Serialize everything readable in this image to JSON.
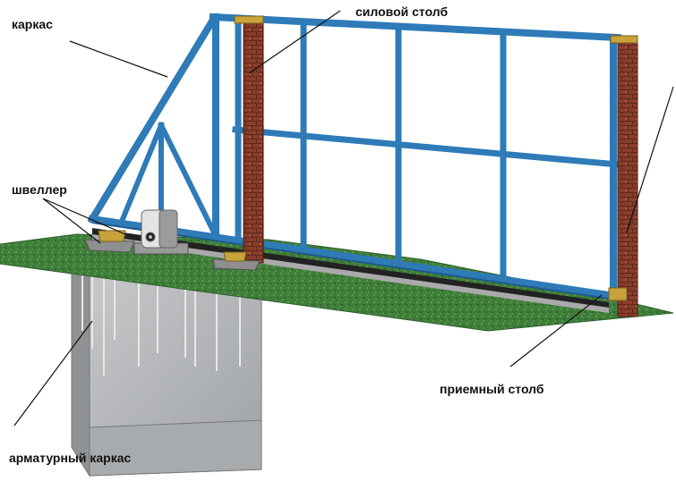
{
  "labels": {
    "frame": "каркас",
    "power_post": "силовой столб",
    "channel": "швеллер",
    "receiving_post": "приемный столб",
    "rebar_frame": "арматурный каркас"
  },
  "colors": {
    "frame_blue": "#2e7bb8",
    "frame_blue_dark": "#1e5a8c",
    "grass": "#3f7d3a",
    "brick": "#8a3d2a",
    "concrete": "#bfc1c3",
    "rail": "#222222",
    "leader_line": "#111111"
  }
}
